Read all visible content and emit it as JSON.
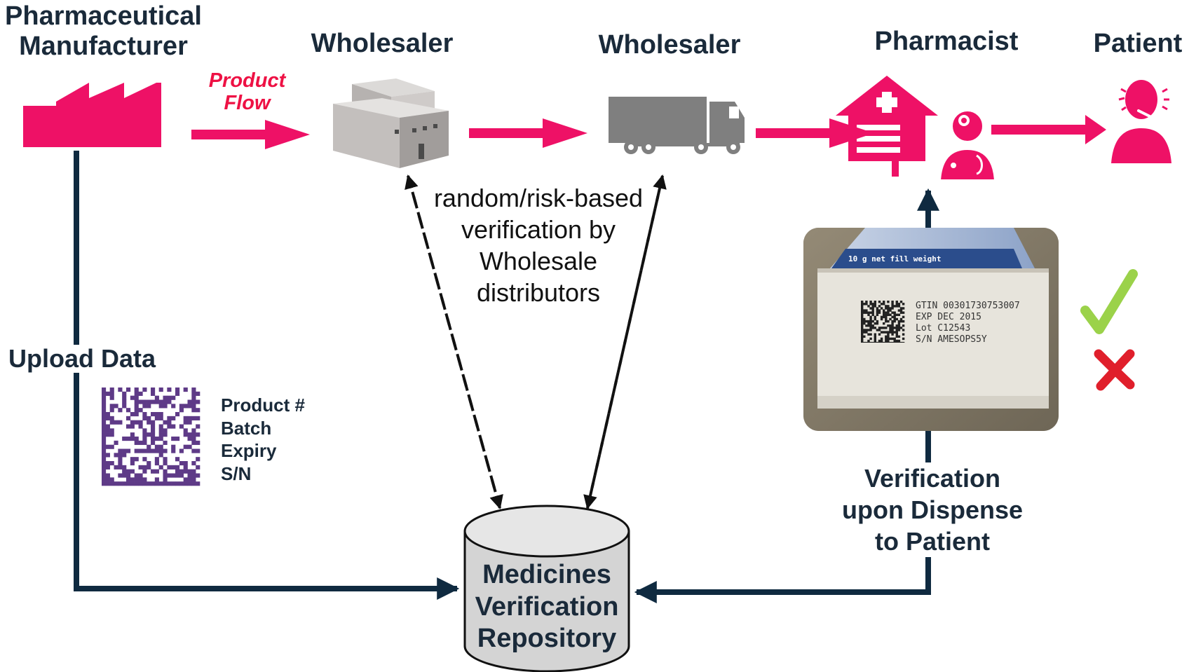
{
  "stages": {
    "manufacturer": "Pharmaceutical\nManufacturer",
    "wholesaler_1": "Wholesaler",
    "wholesaler_2": "Wholesaler",
    "pharmacist": "Pharmacist",
    "patient": "Patient"
  },
  "flow_label": "Product\nFlow",
  "upload_label": "Upload Data",
  "data_fields": [
    "Product #",
    "Batch",
    "Expiry",
    "S/N"
  ],
  "wholesale_note": "random/risk-based\nverification by\nWholesale\ndistributors",
  "dispense_label": "Verification\nupon Dispense\nto Patient",
  "repository": "Medicines\nVerification\nRepository",
  "package": {
    "strip_text": "10 g net fill weight",
    "lines": [
      "GTIN 00301730753007",
      "EXP DEC 2015",
      "Lot C12543",
      "S/N AMESOPS5Y"
    ]
  },
  "colors": {
    "accent": "#ee1166",
    "line": "#0f2a40",
    "text": "#1a2a3a",
    "check": "#9bd24a",
    "cross": "#e01f2b",
    "barcode": "#5e3a87"
  },
  "icons": [
    "factory-icon",
    "warehouse-icon",
    "truck-icon",
    "pharmacy-icon",
    "patient-icon",
    "datamatrix-icon",
    "check-icon",
    "cross-icon"
  ]
}
